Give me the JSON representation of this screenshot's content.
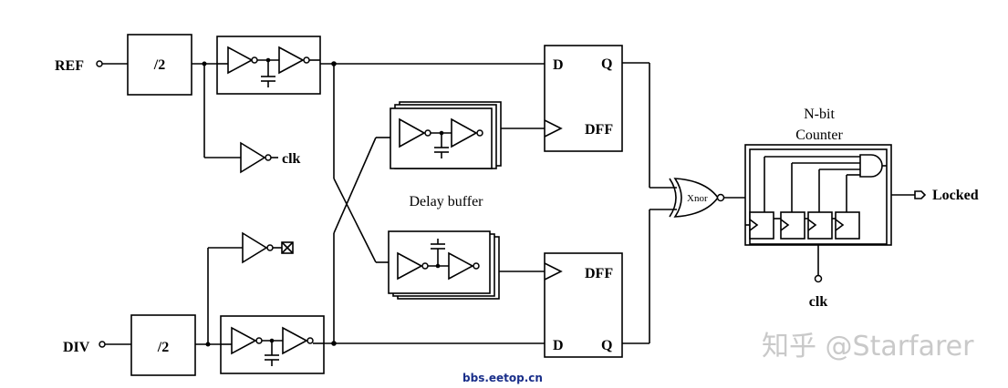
{
  "inputs": {
    "ref": "REF",
    "div": "DIV"
  },
  "dividers": {
    "top": "/2",
    "bottom": "/2"
  },
  "clk_out_label": "clk",
  "delay_buffer_label": "Delay buffer",
  "dff": {
    "top": {
      "d": "D",
      "q": "Q",
      "name": "DFF"
    },
    "bottom": {
      "d": "D",
      "q": "Q",
      "name": "DFF"
    }
  },
  "xnor_label": "Xnor",
  "counter": {
    "title_line1": "N-bit",
    "title_line2": "Counter",
    "clk": "clk"
  },
  "output_label": "Locked",
  "footer_site": "bbs.eetop.cn",
  "watermark": "知乎 @Starfarer"
}
